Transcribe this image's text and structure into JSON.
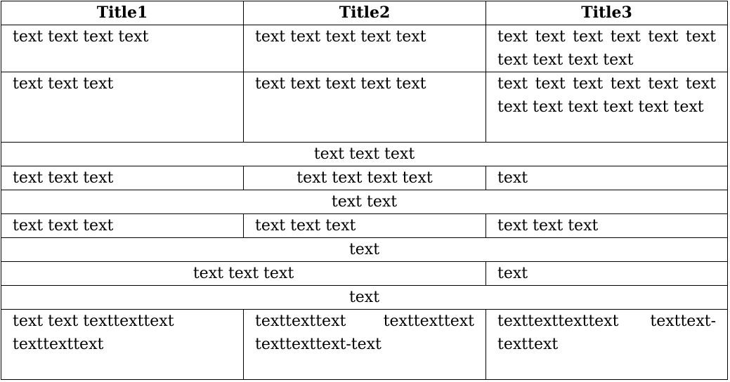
{
  "headers": [
    "Title1",
    "Title2",
    "Title3"
  ],
  "rows": {
    "r1": [
      "text text text text",
      "text text text text text",
      "text text text text text text text text text text"
    ],
    "r2": [
      "text text text",
      "text text text text text",
      "text text text text text text text text text text text text"
    ],
    "r3": [
      "text text text"
    ],
    "r4": [
      "text text text",
      "text text text text",
      "text"
    ],
    "r5": [
      "text text"
    ],
    "r6": [
      "text text text",
      "text text text",
      "text text text"
    ],
    "r7": [
      "text"
    ],
    "r8": [
      "text text text",
      "text"
    ],
    "r9": [
      "text"
    ],
    "r10": [
      "text text texttexttext texttexttext",
      "texttexttext texttexttext texttexttext-text",
      "texttexttexttext texttext-texttext"
    ]
  }
}
